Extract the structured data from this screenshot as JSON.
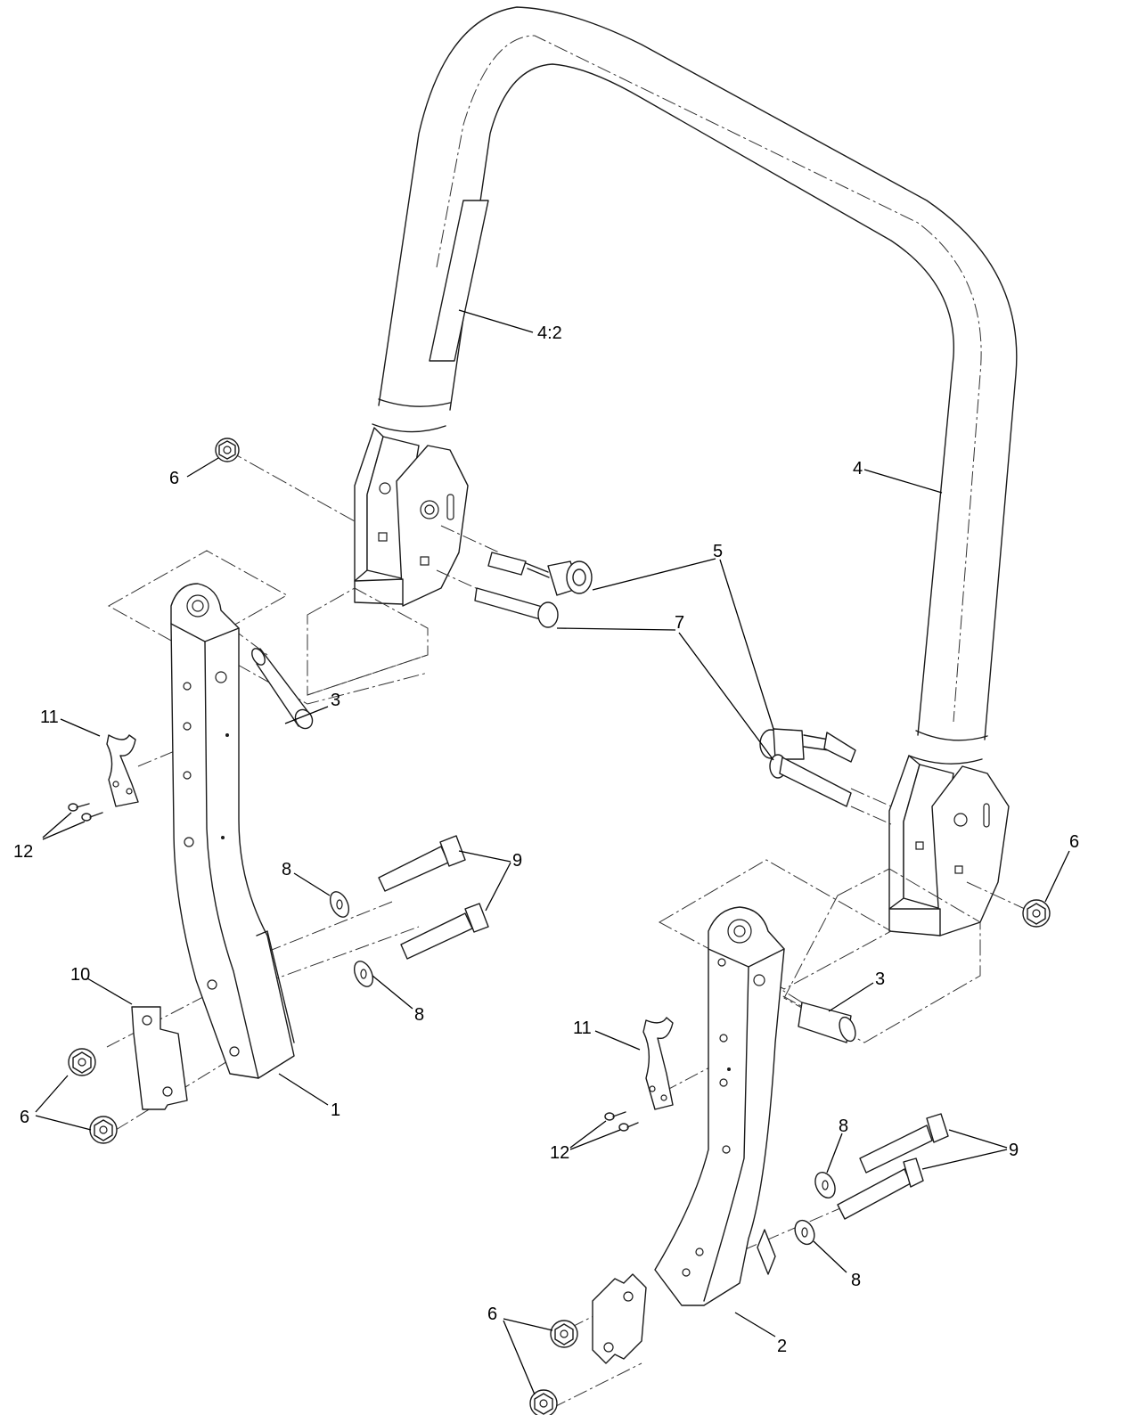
{
  "diagram": {
    "callouts": [
      {
        "id": "c-4-2",
        "text": "4:2"
      },
      {
        "id": "c-4",
        "text": "4"
      },
      {
        "id": "c-6-top",
        "text": "6"
      },
      {
        "id": "c-5",
        "text": "5"
      },
      {
        "id": "c-7",
        "text": "7"
      },
      {
        "id": "c-3-left",
        "text": "3"
      },
      {
        "id": "c-11-left",
        "text": "11"
      },
      {
        "id": "c-12-left",
        "text": "12"
      },
      {
        "id": "c-8-upper-left",
        "text": "8"
      },
      {
        "id": "c-9-left",
        "text": "9"
      },
      {
        "id": "c-10",
        "text": "10"
      },
      {
        "id": "c-8-lower-left",
        "text": "8"
      },
      {
        "id": "c-1",
        "text": "1"
      },
      {
        "id": "c-6-left",
        "text": "6"
      },
      {
        "id": "c-6-right",
        "text": "6"
      },
      {
        "id": "c-3-right",
        "text": "3"
      },
      {
        "id": "c-11-right",
        "text": "11"
      },
      {
        "id": "c-12-right",
        "text": "12"
      },
      {
        "id": "c-8-upper-right",
        "text": "8"
      },
      {
        "id": "c-9-right",
        "text": "9"
      },
      {
        "id": "c-8-lower-right",
        "text": "8"
      },
      {
        "id": "c-2",
        "text": "2"
      },
      {
        "id": "c-6-bottom",
        "text": "6"
      }
    ]
  }
}
